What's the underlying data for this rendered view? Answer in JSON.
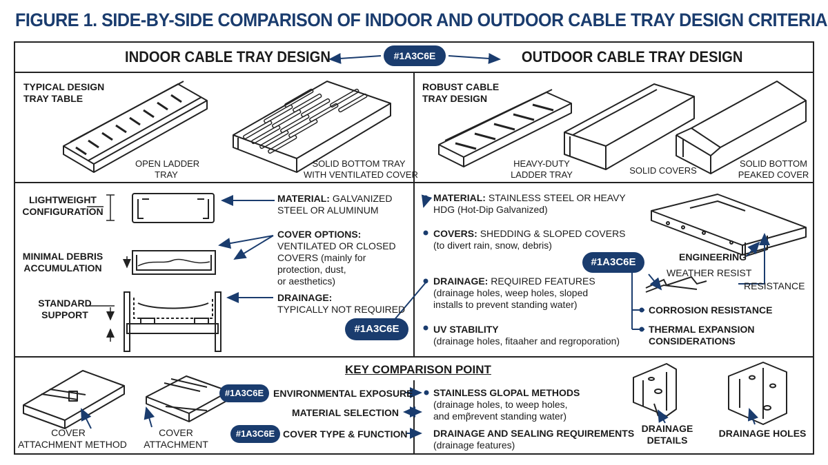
{
  "title": {
    "figure": "FIGURE 1.",
    "text": "SIDE-BY-SIDE COMPARISON OF INDOOR AND OUTDOOR CABLE TRAY DESIGN CRITERIA"
  },
  "header": {
    "indoor": "INDOOR CABLE TRAY DESIGN",
    "outdoor": "OUTDOOR CABLE TRAY DESIGN",
    "color_tag": "#1A3C6E"
  },
  "colors": {
    "accent": "#1A3C6E",
    "line": "#222222"
  },
  "indoor_trays": {
    "section_label": "TYPICAL DESIGN\nTRAY TABLE",
    "items": [
      "OPEN LADDER\nTRAY",
      "SOLID BOTTOM TRAY\nWITH VENTILATED COVER"
    ]
  },
  "outdoor_trays": {
    "section_label": "ROBUST CABLE\nTRAY DESIGN",
    "items": [
      "HEAVY-DUTY\nLADDER TRAY",
      "SOLID COVERS",
      "SOLID BOTTOM\nPEAKED COVER"
    ]
  },
  "indoor_criteria": {
    "left_labels": [
      "LIGHTWEIGHT\nCONFIGURATION",
      "MINIMAL DEBRIS\nACCUMULATION",
      "STANDARD\nSUPPORT"
    ],
    "material": {
      "key": "MATERIAL:",
      "value": "GALVANIZED",
      "rest": "STEEL OR ALUMINUM"
    },
    "cover": {
      "key": "COVER OPTIONS:",
      "lines": [
        "VENTILATED OR CLOSED",
        "COVERS (mainly for",
        "protection, dust,",
        "or aesthetics)"
      ]
    },
    "drainage": {
      "key": "DRAINAGE:",
      "value": "TYPICALLY NOT REQUIRED"
    },
    "tag": "#1A3C6E"
  },
  "outdoor_criteria": {
    "material": {
      "key": "MATERIAL:",
      "value": "STAINLESS STEEL OR HEAVY",
      "rest": "HDG (Hot-Dip Galvanized)"
    },
    "covers": {
      "key": "COVERS:",
      "value": "SHEDDING & SLOPED COVERS",
      "rest": "(to divert rain, snow, debris)"
    },
    "drainage": {
      "key": "DRAINAGE:",
      "value": "REQUIRED FEATURES",
      "lines": [
        "(drainage holes, weep holes, sloped",
        "installs to prevent standing water)"
      ]
    },
    "uv": {
      "key": "UV STABILITY",
      "rest": "(drainage holes, fitaaher and regroporation)"
    },
    "right_labels": {
      "engineering": "ENGINEERING",
      "weather": "WEATHER RESIST",
      "resistance": "RESISTANCE",
      "corrosion": "CORROSION RESISTANCE",
      "thermal": "THERMAL EXPANSION\nCONSIDERATIONS"
    },
    "tag": "#1A3C6E"
  },
  "key_comparison": {
    "heading": "KEY COMPARISON POINT",
    "left_items": [
      "COVER\nATTACHMENT METHOD",
      "COVER\nATTACHMENT"
    ],
    "rows": [
      {
        "tag": "#1A3C6E",
        "label": "ENVIRONMENTAL EXPOSURE"
      },
      {
        "tag": "",
        "label": "MATERIAL SELECTION"
      },
      {
        "tag": "#1A3C6E",
        "label": "COVER TYPE & FUNCTION"
      }
    ],
    "right_rows": [
      {
        "key": "STAINLESS GLOPAL METHODS",
        "lines": [
          "(drainage holes, to weep holes,",
          "and emp̃revent standing water)"
        ]
      },
      {
        "key": "DRAINAGE AND SEALING REQUIREMENTS",
        "lines": [
          "(drainage features)"
        ]
      }
    ],
    "right_items": [
      "DRAINAGE\nDETAILS",
      "DRAINAGE HOLES"
    ]
  }
}
